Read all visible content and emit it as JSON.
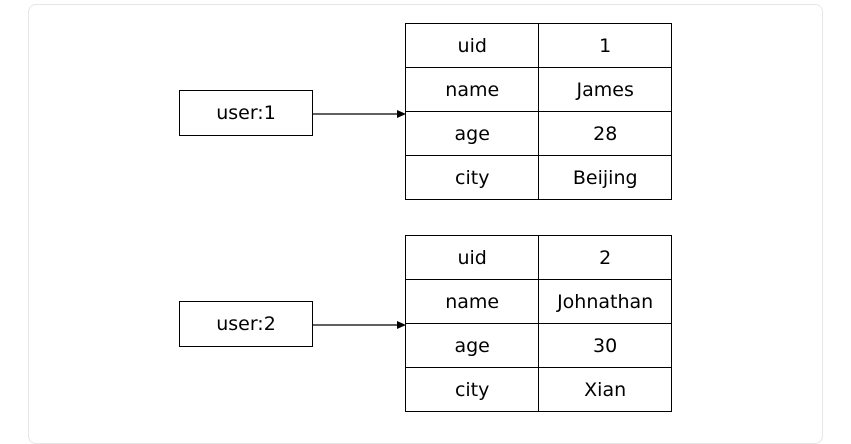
{
  "hashes": [
    {
      "key": "user:1",
      "rows": [
        {
          "field": "uid",
          "value": "1"
        },
        {
          "field": "name",
          "value": "James"
        },
        {
          "field": "age",
          "value": "28"
        },
        {
          "field": "city",
          "value": "Beijing"
        }
      ]
    },
    {
      "key": "user:2",
      "rows": [
        {
          "field": "uid",
          "value": "2"
        },
        {
          "field": "name",
          "value": "Johnathan"
        },
        {
          "field": "age",
          "value": "30"
        },
        {
          "field": "city",
          "value": "Xian"
        }
      ]
    }
  ]
}
